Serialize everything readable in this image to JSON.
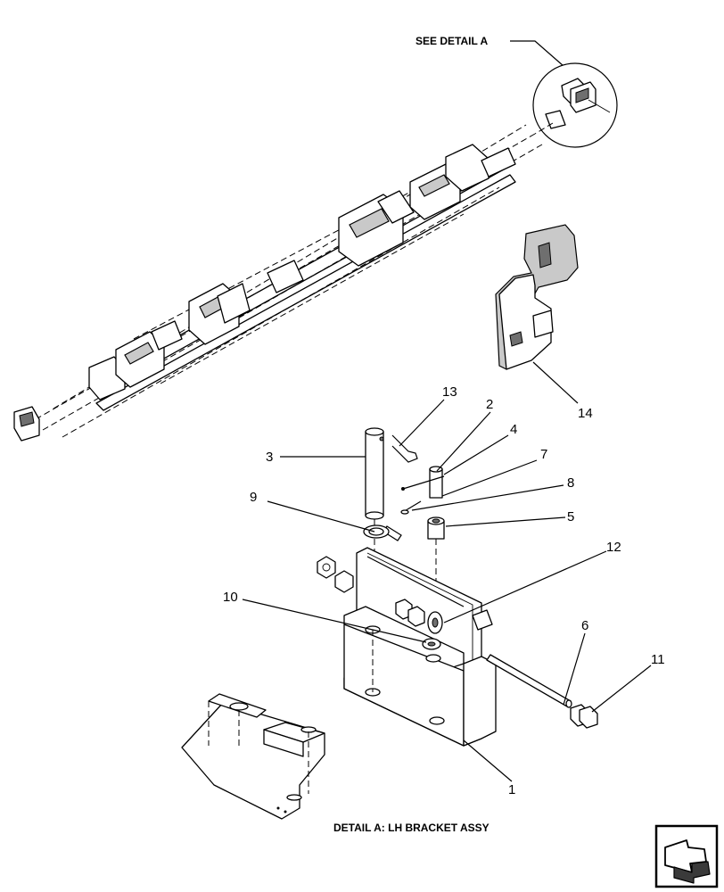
{
  "see_detail_label": "SEE DETAIL  A",
  "detail_caption": "DETAIL  A: LH BRACKET ASSY",
  "callouts": [
    {
      "id": "c1",
      "text": "1"
    },
    {
      "id": "c2",
      "text": "2"
    },
    {
      "id": "c3",
      "text": "3"
    },
    {
      "id": "c4",
      "text": "4"
    },
    {
      "id": "c5",
      "text": "5"
    },
    {
      "id": "c6",
      "text": "6"
    },
    {
      "id": "c7",
      "text": "7"
    },
    {
      "id": "c8",
      "text": "8"
    },
    {
      "id": "c9",
      "text": "9"
    },
    {
      "id": "c10",
      "text": "10"
    },
    {
      "id": "c11",
      "text": "11"
    },
    {
      "id": "c12",
      "text": "12"
    },
    {
      "id": "c13",
      "text": "13"
    },
    {
      "id": "c14",
      "text": "14"
    }
  ],
  "nav_icon": "next-page-arrow-icon"
}
